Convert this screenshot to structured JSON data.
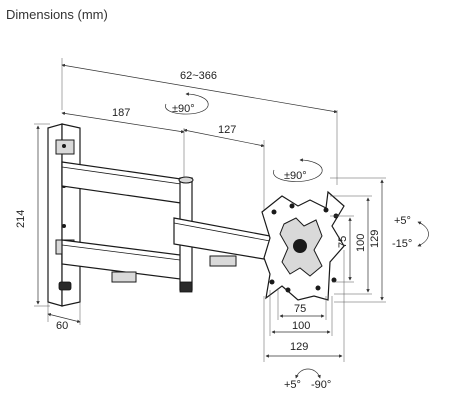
{
  "title": "Dimensions (mm)",
  "dimensions": {
    "total_reach": "62~366",
    "arm_1": "187",
    "arm_2": "127",
    "wall_plate_height": "214",
    "wall_plate_depth": "60",
    "vesa_h_75": "75",
    "vesa_h_100": "100",
    "vesa_h_129": "129",
    "vesa_v_75": "75",
    "vesa_v_100": "100",
    "vesa_v_129": "129"
  },
  "rotation": {
    "arm_swivel": "±90°",
    "plate_rotate": "±90°",
    "tilt_up": "+5°",
    "tilt_down": "-15°",
    "swivel_left": "+5°",
    "swivel_right": "-90°"
  },
  "icons": [
    "rotation-arrow-icon",
    "tilt-arrow-icon",
    "swivel-arrow-icon"
  ]
}
